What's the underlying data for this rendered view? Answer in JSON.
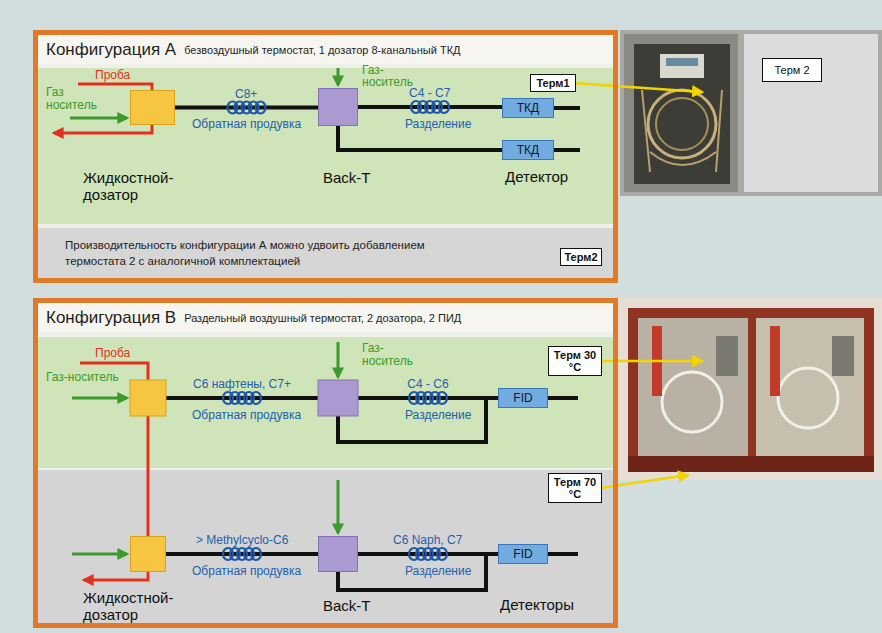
{
  "diagram": {
    "nodes": [
      {
        "text": [
          "Конфигурация A",
          "безвоздушный термостат, 1 дозатор 8-канальный ТКД"
        ]
      },
      {
        "text": [
          "Жидкостной- дозатор"
        ],
        "in": 0
      },
      {
        "text": [
          "Back-T"
        ],
        "in": 0
      },
      {
        "text": [
          "ТКД"
        ],
        "in": 0
      },
      {
        "text": [
          "ТКД"
        ],
        "in": 0
      },
      {
        "text": [
          "Терм1"
        ],
        "in": 0
      },
      {
        "text": [
          "Производительность конфигурации А можно удвоить добавлением термостата 2 с аналогичной комплектацией"
        ],
        "in": 0
      },
      {
        "text": [
          "Терм2"
        ],
        "in": 6
      },
      {
        "text": [
          "Терм 2"
        ]
      },
      {
        "text": [
          "Конфигурация В",
          "Раздельный воздушный термостат, 2 дозатора, 2 ПИД"
        ]
      },
      {
        "text": [
          "FID"
        ],
        "in": 9
      },
      {
        "text": [
          "Терм 30 °C"
        ],
        "in": 9
      },
      {
        "text": [
          "Терм 70 °C"
        ],
        "in": 9
      },
      {
        "text": [
          "Жидкостной- дозатор"
        ],
        "in": 9
      },
      {
        "text": [
          "Back-T"
        ],
        "in": 9
      },
      {
        "text": [
          "FID"
        ],
        "in": 9
      }
    ],
    "edges": [
      {
        "from": 1,
        "to": 2,
        "label": "C8+",
        "arrow": "none"
      },
      {
        "from": 2,
        "to": 3,
        "label": "C4 - C7",
        "arrow": "none"
      },
      {
        "from": 2,
        "to": 4,
        "arrow": "none"
      },
      {
        "from": 13,
        "to": 14,
        "label": "> Methylcyclo-C6",
        "arrow": "none"
      },
      {
        "from": 14,
        "to": 15,
        "label": "C6 Naph, C7",
        "arrow": "none"
      }
    ],
    "labels": [
      "Проба",
      "Газ носитель",
      "Обратная продувка",
      "Газ- носитель",
      "Разделение",
      "Детектор",
      "Проба",
      "Газ-носитель",
      "C6 нафтены, C7+",
      "Обратная продувка",
      "Газ- носитель",
      "C4 - C6",
      "Разделение",
      "Обратная продувка",
      "Разделение",
      "Детекторы"
    ]
  }
}
